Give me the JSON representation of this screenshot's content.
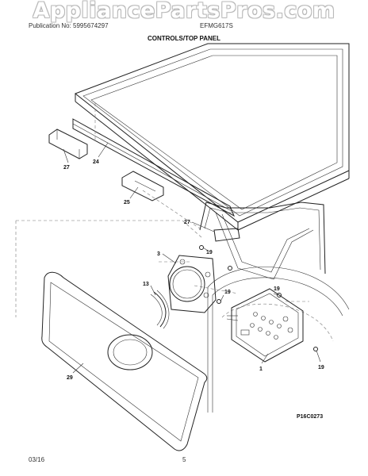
{
  "watermark": "AppliancePartsPros.com",
  "header": {
    "publication": "Publication No: 5995674297",
    "model": "EFMG617S",
    "title": "CONTROLS/TOP PANEL"
  },
  "callouts": {
    "c27a": "27",
    "c24": "24",
    "c25": "25",
    "c27b": "27",
    "c3": "3",
    "c19a": "19",
    "c13": "13",
    "c19b": "19",
    "c19c": "19",
    "c1": "1",
    "c19d": "19",
    "c29": "29"
  },
  "figure_code": "P16C0273",
  "footer": {
    "date": "03/16",
    "page": "5"
  }
}
